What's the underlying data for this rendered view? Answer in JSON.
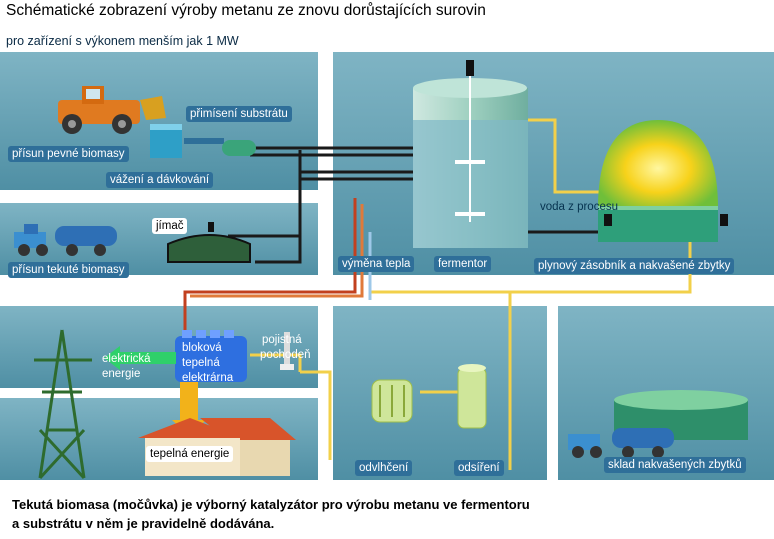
{
  "title": "Schématické zobrazení výroby metanu ze znovu dorůstajících surovin",
  "subtitle": "pro zařízení s výkonem menším jak 1 MW",
  "labels": {
    "primiseni_substratu": "přimísení substrátu",
    "prisun_pevne_biomasy": "přísun pevné biomasy",
    "vazeni_a_davkovani": "vážení a dávkování",
    "jimac": "jímač",
    "prisun_tekute_biomasy": "přísun tekuté biomasy",
    "vymena_tepla": "výměna tepla",
    "fermentor": "fermentor",
    "voda_z_procesu": "voda z procesu",
    "plynovy_zasobnik": "plynový zásobník a nakvašené zbytky",
    "elektricka_energie_1": "elektrická",
    "elektricka_energie_2": "energie",
    "blokova_1": "bloková",
    "blokova_2": "tepelná",
    "blokova_3": "elektrárna",
    "pojistna_1": "pojistná",
    "pojistna_2": "pochodeň",
    "tepelna_energie": "tepelná energie",
    "odvlhceni": "odvlhčení",
    "odsireni": "odsíření",
    "sklad": "sklad nakvašených zbytků"
  },
  "note": {
    "line1": "Tekutá biomasa (močůvka) je výborný katalyzátor pro výrobu metanu ve fermentoru",
    "line2": "a substrátu v něm je pravidelně dodávána."
  },
  "colors": {
    "panel": "#5f9db0",
    "panel_dark": "#3f7f96",
    "pipe_yellow": "#f2d04a",
    "pipe_red": "#c2401f",
    "pipe_black": "#1a1a1a",
    "pipe_blue": "#9ec8e8",
    "label_bg": "#3a7fa6"
  }
}
